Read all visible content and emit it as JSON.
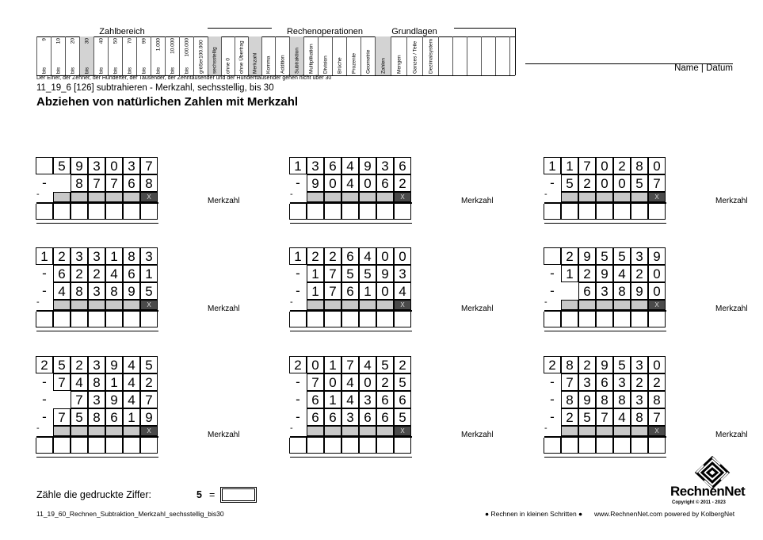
{
  "header": {
    "groups": [
      "Zahlbereich",
      "Rechenoperationen",
      "Grundlagen"
    ],
    "zahlbereich": [
      {
        "top": "9",
        "bottom": "bis"
      },
      {
        "top": "10",
        "bottom": "bis"
      },
      {
        "top": "20",
        "bottom": "bis"
      },
      {
        "top": "30",
        "bottom": "bis"
      },
      {
        "top": "40",
        "bottom": "bis"
      },
      {
        "top": "50",
        "bottom": "bis"
      },
      {
        "top": "70",
        "bottom": "bis"
      },
      {
        "top": "99",
        "bottom": "bis"
      },
      {
        "top": "1.000",
        "bottom": "bis"
      },
      {
        "top": "10.000",
        "bottom": "bis"
      },
      {
        "top": "100.000",
        "bottom": "bis"
      },
      {
        "top": "",
        "bottom": "größer100.000"
      }
    ],
    "stellen": [
      "sechsstellig",
      "ohne 0",
      "ohne Übertrag",
      "Merkzahl",
      "Komma"
    ],
    "rechenoperationen": [
      "Addition",
      "Subtraktion",
      "Multiplikation",
      "Division",
      "Brüche",
      "Prozente",
      "Geometrie"
    ],
    "grundlagen": [
      "Zahlen",
      "Mengen",
      "Ganzes / Teile",
      "Dezimalsystem"
    ],
    "note": "Der Einer, der Zehner, der Hunderter, der Tausender, der Zehntausender und der Hunderttausender gehen nicht über 30",
    "subtitle": "11_19_6   [126]   subtrahieren - Merkzahl, sechsstellig, bis 30",
    "title": "Abziehen von natürlichen Zahlen mit Merkzahl",
    "name_label": "Name | Datum"
  },
  "merkzahl_label": "Merkzahl",
  "minus": "-",
  "carry_x": "X",
  "problems": [
    {
      "top": "593037",
      "subs": [
        "87768"
      ]
    },
    {
      "top": "1364936",
      "subs": [
        "904062"
      ]
    },
    {
      "top": "1170280",
      "subs": [
        "520057"
      ]
    },
    {
      "top": "1233183",
      "subs": [
        "622461",
        "483895"
      ]
    },
    {
      "top": "1226400",
      "subs": [
        "175593",
        "176104"
      ]
    },
    {
      "top": "295539",
      "subs": [
        "129420",
        "63890"
      ]
    },
    {
      "top": "2523945",
      "subs": [
        "748142",
        "73947",
        "758619"
      ]
    },
    {
      "top": "2017452",
      "subs": [
        "704025",
        "614366",
        "663665"
      ]
    },
    {
      "top": "2829530",
      "subs": [
        "736322",
        "898838",
        "257487"
      ]
    }
  ],
  "footer": {
    "count_label": "Zähle die gedruckte Ziffer:",
    "count_digit": "5",
    "count_eq": "=",
    "filename": "11_19_60_Rechnen_Subtraktion_Merkzahl_sechsstellig_bis30",
    "slogan": "● Rechnen in kleinen Schritten ●",
    "site": "www.RechnenNet.com powered by KolbergNet",
    "brand": "RechnenNet",
    "copyright": "Copyright © 2011 - 2023"
  }
}
